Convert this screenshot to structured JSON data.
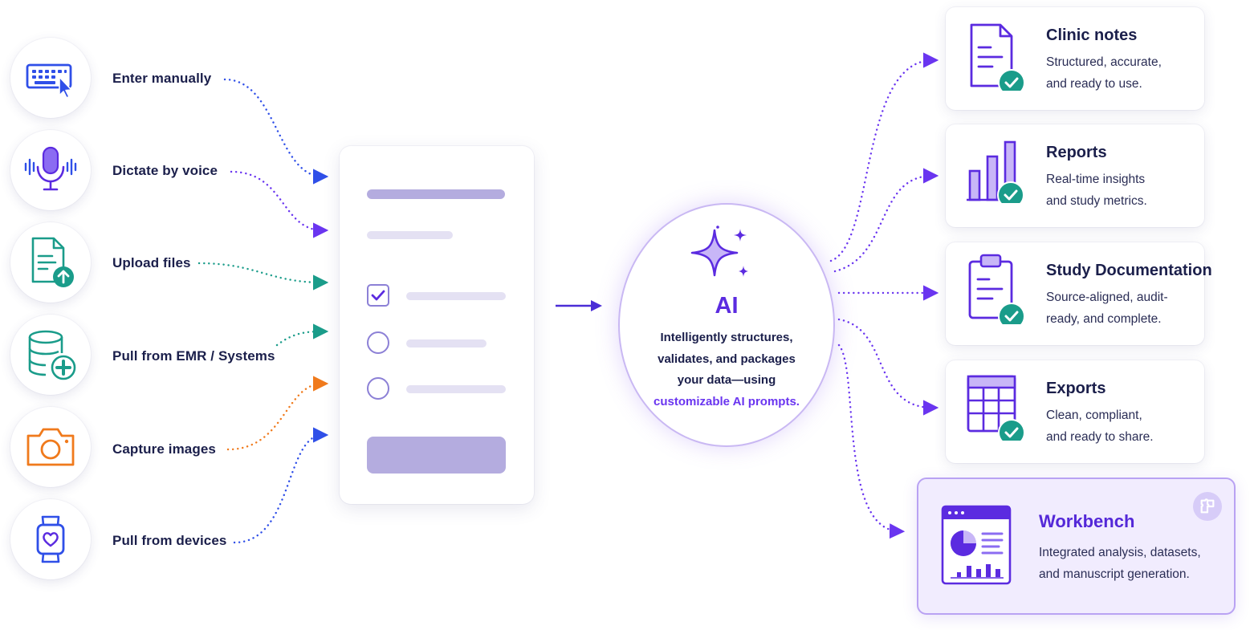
{
  "inputs": [
    {
      "label": "Enter manually",
      "icon": "keyboard-cursor-icon"
    },
    {
      "label": "Dictate by voice",
      "icon": "microphone-icon"
    },
    {
      "label": "Upload files",
      "icon": "file-upload-icon"
    },
    {
      "label": "Pull from EMR / Systems",
      "icon": "database-plus-icon"
    },
    {
      "label": "Capture images",
      "icon": "camera-icon"
    },
    {
      "label": "Pull from devices",
      "icon": "smartwatch-heart-icon"
    }
  ],
  "ai": {
    "title": "AI",
    "desc_line1": "Intelligently structures,",
    "desc_line2": "validates, and packages",
    "desc_line3": "your data—using",
    "desc_highlight": "customizable AI prompts."
  },
  "outputs": [
    {
      "title": "Clinic notes",
      "line1": "Structured, accurate,",
      "line2": "and ready to use.",
      "icon": "document-check-icon"
    },
    {
      "title": "Reports",
      "line1": "Real-time insights",
      "line2": "and study metrics.",
      "icon": "bar-chart-check-icon"
    },
    {
      "title": "Study Documentation",
      "line1": "Source-aligned, audit-",
      "line2": "ready, and complete.",
      "icon": "clipboard-check-icon"
    },
    {
      "title": "Exports",
      "line1": "Clean, compliant,",
      "line2": "and ready to share.",
      "icon": "table-check-icon"
    }
  ],
  "workbench": {
    "title": "Workbench",
    "line1": "Integrated analysis, datasets,",
    "line2": "and manuscript generation.",
    "icon": "dashboard-window-icon",
    "badge_icon": "puzzle-icon"
  },
  "colors": {
    "blue": "#2f4fe8",
    "purple": "#6a35f0",
    "teal": "#1a9c8a",
    "orange": "#f07a1c",
    "navy": "#1b1f4b"
  }
}
